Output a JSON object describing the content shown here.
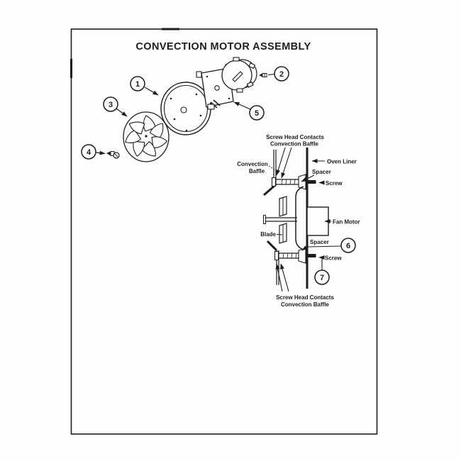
{
  "title": "CONVECTION MOTOR ASSEMBLY",
  "callouts": {
    "c1": "1",
    "c2": "2",
    "c3": "3",
    "c4": "4",
    "c5": "5",
    "c6": "6",
    "c7": "7"
  },
  "labels": {
    "top_note_line1": "Screw Head Contacts",
    "top_note_line2": "Convection Baffle",
    "convection_baffle_line1": "Convection",
    "convection_baffle_line2": "Baffle",
    "oven_liner": "Oven Liner",
    "spacer_top": "Spacer",
    "screw_top": "Screw",
    "fan_motor": "Fan Motor",
    "blade": "Blade",
    "spacer_bottom": "Spacer",
    "screw_bottom": "Screw",
    "bottom_note_line1": "Screw Head Contacts",
    "bottom_note_line2": "Convection Baffle"
  },
  "colors": {
    "ink": "#1d1d1d",
    "paper": "#fdfdfb"
  }
}
